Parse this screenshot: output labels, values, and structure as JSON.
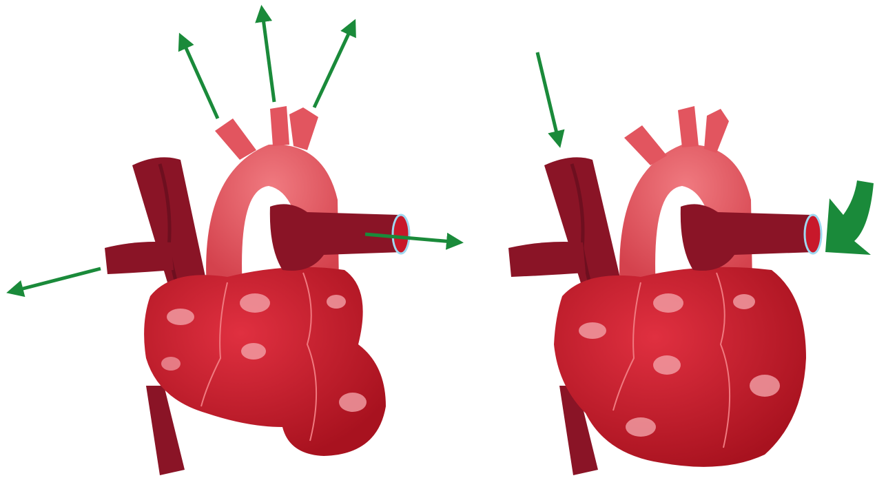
{
  "figure": {
    "panels": [
      {
        "id": "left",
        "arrow_count": 5
      },
      {
        "id": "right",
        "arrow_count": 2
      }
    ],
    "colors": {
      "background": "#ffffff",
      "arrow": "#1a8a3a",
      "aorta": "#e2555f",
      "aorta_light": "#f07a80",
      "vein": "#8a1426",
      "vein_dark": "#6e0f1f",
      "heart": "#c8182a",
      "heart_dark": "#9e1020",
      "highlight": "#f3a1a8",
      "vessel_rim": "#9fd8f0"
    }
  }
}
